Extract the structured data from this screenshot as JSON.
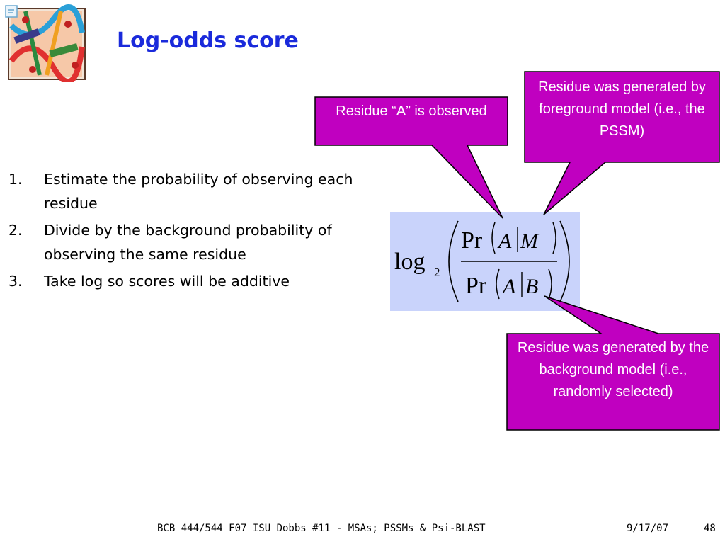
{
  "slide": {
    "title": "Log-odds score",
    "steps": [
      {
        "num": "1.",
        "text": "Estimate the probability of observing each residue"
      },
      {
        "num": "2.",
        "text": "Divide by the background probability of observing the same residue"
      },
      {
        "num": "3.",
        "text": "Take log so scores will be additive"
      }
    ],
    "formula": {
      "log": "log",
      "base": "2",
      "pr": "Pr",
      "a": "A",
      "m": "M",
      "b": "B"
    },
    "callouts": [
      {
        "text": "Residue “A” is observed"
      },
      {
        "text": "Residue was generated by foreground model (i.e., the PSSM)"
      },
      {
        "text": "Residue was generated by the background model (i.e., randomly selected)"
      }
    ],
    "footer": {
      "course": "BCB 444/544 F07 ISU Dobbs #11 - MSAs; PSSMs & Psi-BLAST",
      "date": "9/17/07",
      "page": "48"
    }
  },
  "colors": {
    "title": "#1a2adb",
    "callout_fill": "#c000c0",
    "formula_bg": "#c9d3fb"
  }
}
